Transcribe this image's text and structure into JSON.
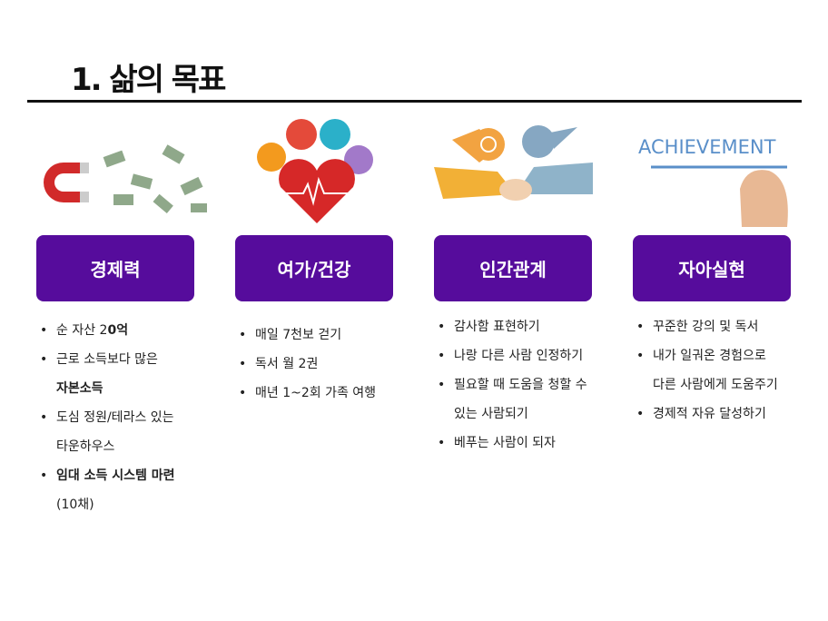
{
  "title": "1. 삶의 목표",
  "columns": [
    {
      "heading": "경제력",
      "items": [
        {
          "text": "순 자산 2",
          "bold": "0억"
        },
        {
          "text": "근로 소득보다 많은",
          "bold": ""
        },
        {
          "text": "",
          "bold": "자본소득",
          "cont": true
        },
        {
          "text": "도심 정원/테라스 있는",
          "bold": ""
        },
        {
          "text": "타운하우스",
          "bold": "",
          "cont": true
        },
        {
          "text": "",
          "bold": "임대 소득 시스템 마련"
        },
        {
          "text": "(10채)",
          "bold": "",
          "cont": true
        }
      ]
    },
    {
      "heading": "여가/건강",
      "items": [
        {
          "text": "매일 7천보 걷기"
        },
        {
          "text": "독서 월 2권"
        },
        {
          "text": "매년 1~2회 가족 여행"
        }
      ]
    },
    {
      "heading": "인간관계",
      "items": [
        {
          "text": "감사함 표현하기"
        },
        {
          "text": "나랑 다른 사람 인정하기"
        },
        {
          "text": "필요할 때 도움을 청할 수"
        },
        {
          "text": "있는 사람되기",
          "cont": true
        },
        {
          "text": "베푸는 사람이 되자"
        }
      ]
    },
    {
      "heading": "자아실현",
      "items": [
        {
          "text": "꾸준한 강의 및 독서"
        },
        {
          "text": "내가 일궈온 경험으로"
        },
        {
          "text": "다른 사람에게 도움주기",
          "cont": true
        },
        {
          "text": "경제적 자유 달성하기"
        }
      ]
    }
  ],
  "achievement_text": "ACHIEVEMENT",
  "accent": "#560c9c"
}
